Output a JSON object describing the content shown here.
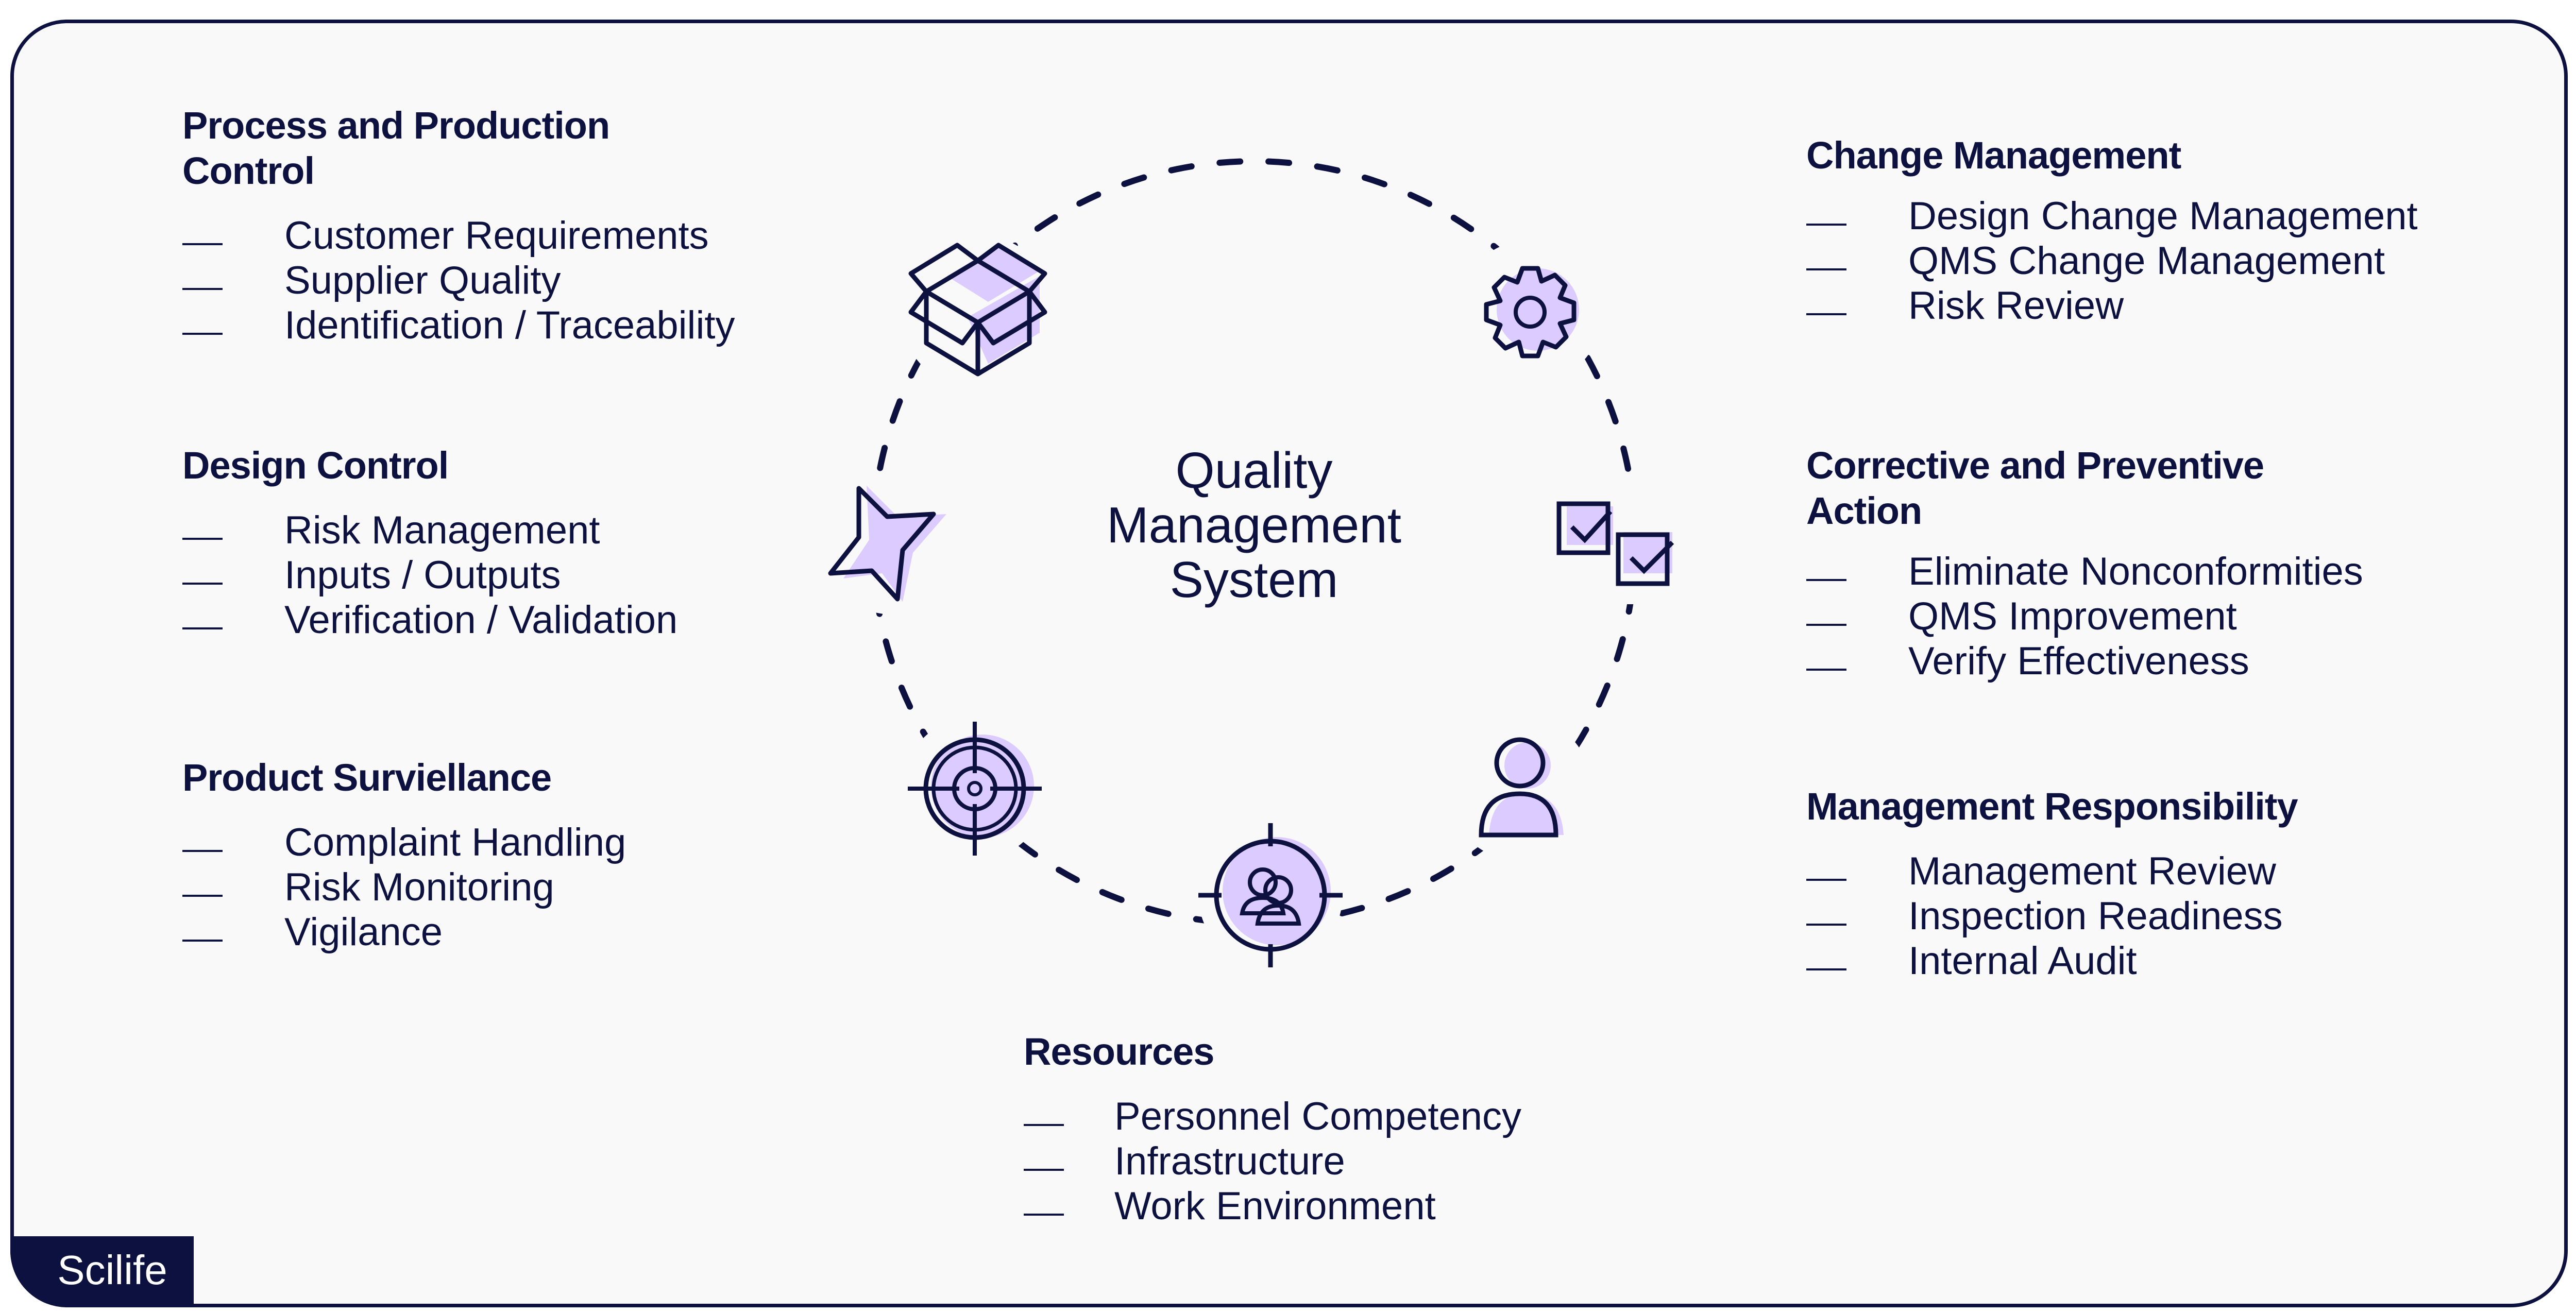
{
  "center_title": [
    "Quality",
    "Management",
    "System"
  ],
  "sections": {
    "process": {
      "title": "Process and Production Control",
      "items": [
        "Customer Requirements",
        "Supplier Quality",
        "Identification / Traceability"
      ]
    },
    "design": {
      "title": "Design Control",
      "items": [
        "Risk Management",
        "Inputs / Outputs",
        "Verification / Validation"
      ]
    },
    "surveillance": {
      "title": "Product Surviellance",
      "items": [
        "Complaint Handling",
        "Risk Monitoring",
        "Vigilance"
      ]
    },
    "change": {
      "title": "Change Management",
      "items": [
        "Design Change Management",
        "QMS Change Management",
        "Risk Review"
      ]
    },
    "capa": {
      "title": "Corrective and Preventive Action",
      "items": [
        "Eliminate Nonconformities",
        "QMS Improvement",
        "Verify Effectiveness"
      ]
    },
    "management": {
      "title": "Management Responsibility",
      "items": [
        "Management Review",
        "Inspection Readiness",
        "Internal Audit"
      ]
    },
    "resources": {
      "title": "Resources",
      "items": [
        "Personnel Competency",
        "Infrastructure",
        "Work Environment"
      ]
    }
  },
  "icons": [
    "box-icon",
    "gear-icon",
    "checkboxes-icon",
    "person-icon",
    "team-target-icon",
    "target-icon",
    "star-icon"
  ],
  "colors": {
    "ink": "#0d1140",
    "accent": "#dccbff",
    "background": "#f9f9f9"
  },
  "logo": "Scilife"
}
